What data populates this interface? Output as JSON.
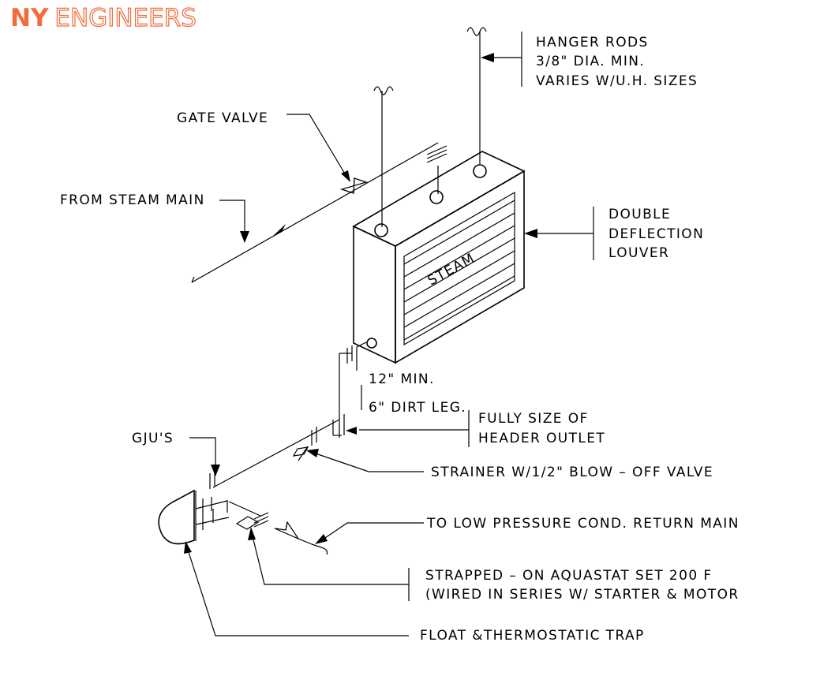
{
  "brand": {
    "logo_ny": "NY",
    "logo_rest": "ENGINEERS",
    "color": "#f26b3a"
  },
  "labels": {
    "hanger_1": "HANGER RODS",
    "hanger_2": "3/8\" DIA. MIN.",
    "hanger_3": "VARIES W/U.H. SIZES",
    "gate_valve": "GATE VALVE",
    "from_steam": "FROM STEAM MAIN",
    "louver_1": "DOUBLE",
    "louver_2": "DEFLECTION",
    "louver_3": "LOUVER",
    "steam": "STEAM",
    "min_12": "12\" MIN.",
    "dirt_leg": "6\" DIRT LEG.",
    "full_1": "FULLY SIZE OF",
    "full_2": "HEADER OUTLET",
    "gjus": "GJU'S",
    "strainer": "STRAINER W/1/2\" BLOW – OFF VALVE",
    "return_main": "TO LOW PRESSURE COND. RETURN MAIN",
    "aquastat_1": "STRAPPED – ON AQUASTAT SET 200 F",
    "aquastat_2": "(WIRED IN SERIES W/ STARTER & MOTOR",
    "trap": "FLOAT &THERMOSTATIC TRAP"
  }
}
